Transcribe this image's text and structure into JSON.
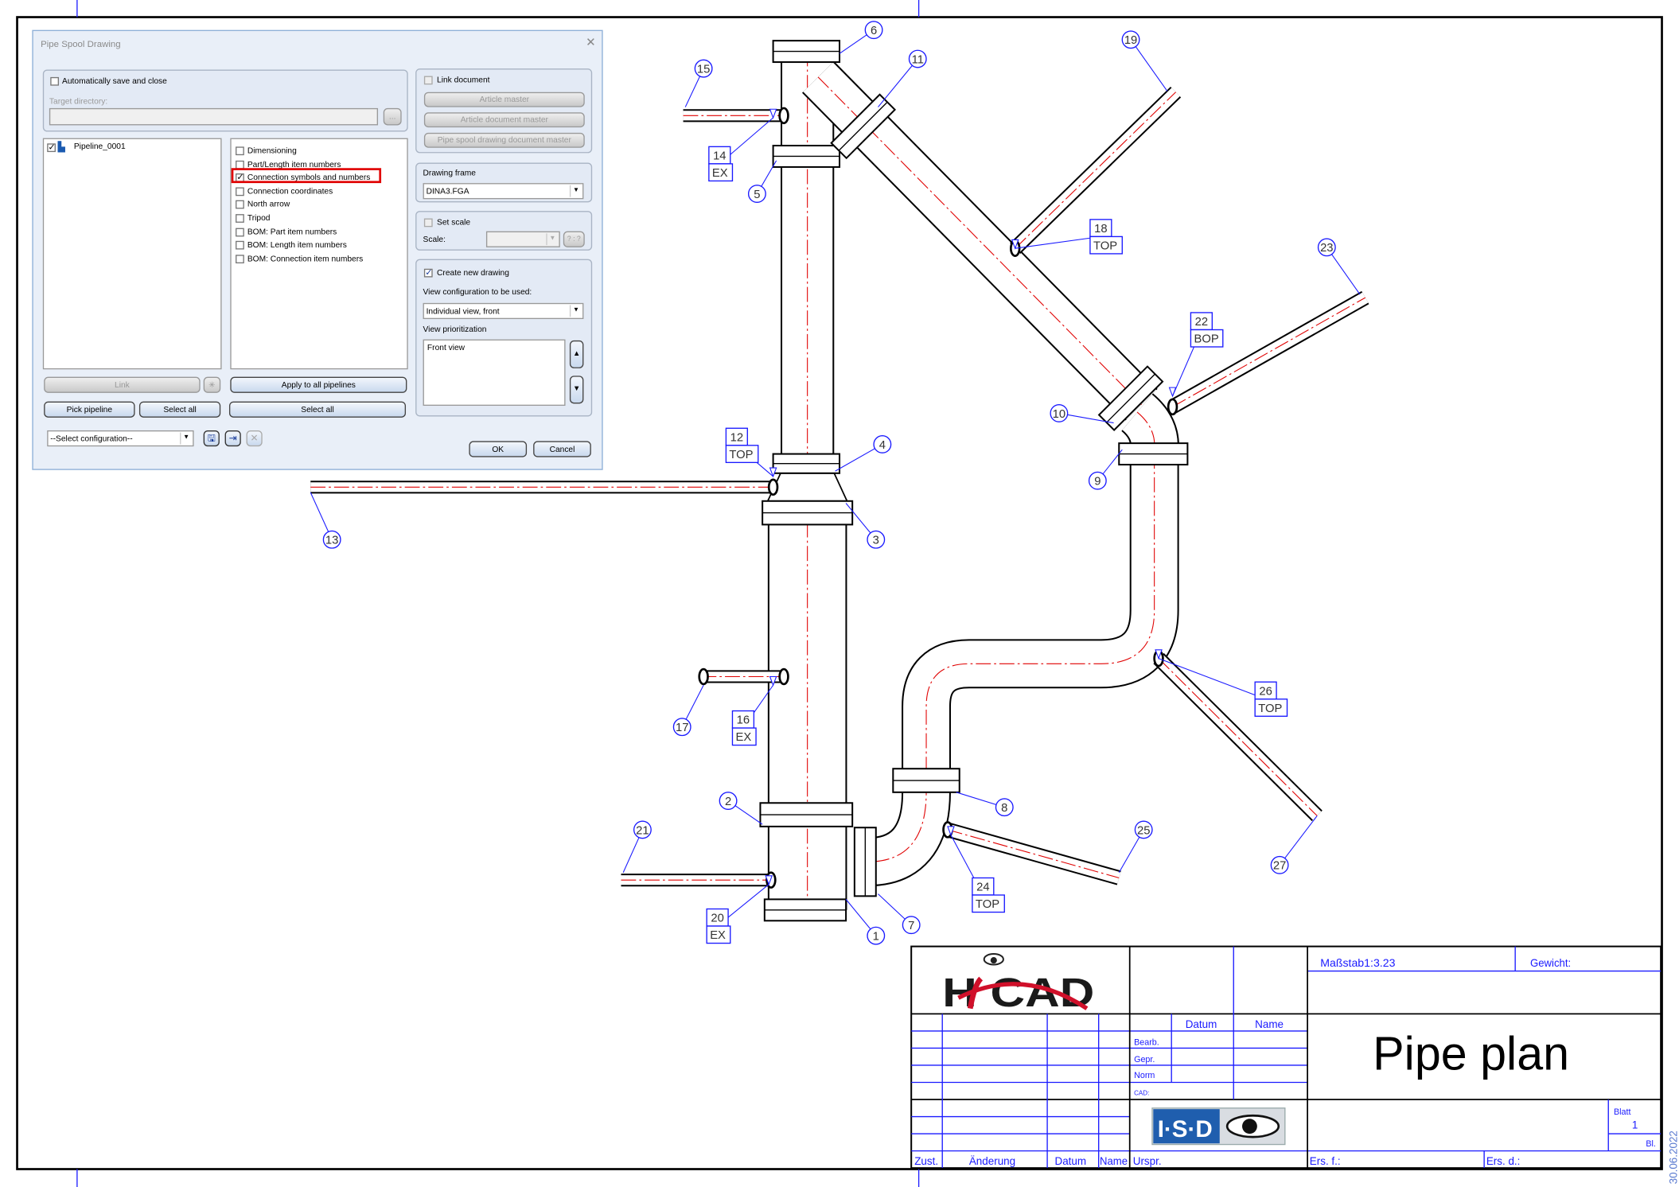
{
  "dialog": {
    "title": "Pipe Spool Drawing",
    "close_icon": "close-icon",
    "auto_save_label": "Automatically save and close",
    "auto_save_checked": false,
    "target_directory_label": "Target directory:",
    "target_directory_value": "",
    "browse_label": "...",
    "pipelines": [
      {
        "name": "Pipeline_0001",
        "checked": true
      }
    ],
    "options": [
      {
        "label": "Dimensioning",
        "checked": false
      },
      {
        "label": "Part/Length item numbers",
        "checked": false
      },
      {
        "label": "Connection symbols and numbers",
        "checked": true
      },
      {
        "label": "Connection coordinates",
        "checked": false
      },
      {
        "label": "North arrow",
        "checked": false
      },
      {
        "label": "Tripod",
        "checked": false
      },
      {
        "label": "BOM: Part item numbers",
        "checked": false
      },
      {
        "label": "BOM: Length item numbers",
        "checked": false
      },
      {
        "label": "BOM: Connection item numbers",
        "checked": false
      }
    ],
    "link_label": "Link",
    "apply_all_label": "Apply to all pipelines",
    "pick_pipeline_label": "Pick pipeline",
    "select_all_left_label": "Select all",
    "select_all_right_label": "Select all",
    "configuration_value": "--Select configuration--",
    "link_document_label": "Link document",
    "article_master_label": "Article master",
    "article_document_master_label": "Article document master",
    "pipe_spool_master_label": "Pipe spool drawing document master",
    "drawing_frame_label": "Drawing frame",
    "drawing_frame_value": "DINA3.FGA",
    "set_scale_label": "Set scale",
    "scale_label": "Scale:",
    "scale_value": "",
    "scale_button_label": "? : ?",
    "create_new_drawing_label": "Create new drawing",
    "create_new_drawing_checked": true,
    "view_config_label": "View configuration to be used:",
    "view_config_value": "Individual view, front",
    "view_prioritization_label": "View prioritization",
    "view_prioritization_items": [
      "Front view"
    ],
    "ok_label": "OK",
    "cancel_label": "Cancel"
  },
  "drawing": {
    "callouts": [
      "1",
      "2",
      "3",
      "4",
      "5",
      "6",
      "7",
      "8",
      "9",
      "10",
      "11",
      "13",
      "15",
      "17",
      "19",
      "21",
      "23",
      "25",
      "27"
    ],
    "tags": [
      {
        "number": "12",
        "label": "TOP"
      },
      {
        "number": "14",
        "label": "EX"
      },
      {
        "number": "16",
        "label": "EX"
      },
      {
        "number": "18",
        "label": "TOP"
      },
      {
        "number": "20",
        "label": "EX"
      },
      {
        "number": "22",
        "label": "BOP"
      },
      {
        "number": "24",
        "label": "TOP"
      },
      {
        "number": "26",
        "label": "TOP"
      }
    ],
    "colors": {
      "pipe": "#000000",
      "centerline": "#e00000",
      "annotation": "#1a1aff"
    }
  },
  "title_block": {
    "logo_text": "HiCAD",
    "scale": "Maßstab1:3.23",
    "weight": "Gewicht:",
    "datum_header": "Datum",
    "name_header": "Name",
    "bearb": "Bearb.",
    "gepr": "Gepr.",
    "norm": "Norm",
    "cad": "CAD:",
    "isd_logo_text": "I·S·D",
    "title": "Pipe plan",
    "blatt_label": "Blatt",
    "blatt_value": "1",
    "bl_label": "Bl.",
    "zust": "Zust.",
    "aenderung": "Änderung",
    "datum": "Datum",
    "name": "Name",
    "urspr": "Urspr.",
    "ers_f": "Ers. f.:",
    "ers_d": "Ers. d.:",
    "date_stamp": "30.06.2022"
  }
}
